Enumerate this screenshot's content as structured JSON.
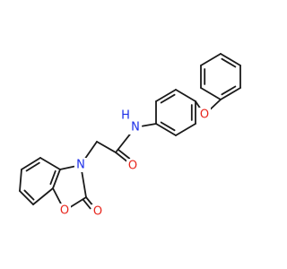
{
  "molecule": {
    "colors": {
      "bond": "#1a1a1a",
      "carbon": "#1a1a1a",
      "oxygen": "#e8251c",
      "nitrogen": "#1c2ee8"
    },
    "atoms": [
      {
        "id": "O_ether",
        "element": "O",
        "label": "O",
        "color": "#e8251c"
      },
      {
        "id": "N_amide",
        "element": "N",
        "label": "N",
        "color": "#1c2ee8"
      },
      {
        "id": "H_amide",
        "element": "H",
        "label": "H",
        "color": "#1c2ee8"
      },
      {
        "id": "O_amide",
        "element": "O",
        "label": "O",
        "color": "#e8251c"
      },
      {
        "id": "N_ring",
        "element": "N",
        "label": "N",
        "color": "#1c2ee8"
      },
      {
        "id": "O_ring",
        "element": "O",
        "label": "O",
        "color": "#e8251c"
      },
      {
        "id": "O_carbonyl",
        "element": "O",
        "label": "O",
        "color": "#e8251c"
      }
    ]
  }
}
